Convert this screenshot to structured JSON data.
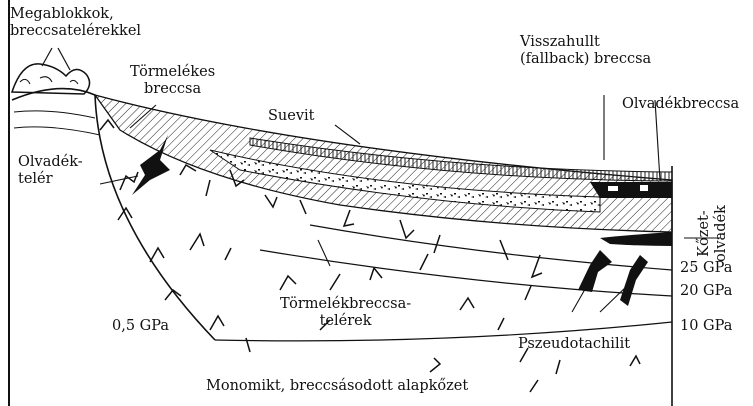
{
  "labels": {
    "megablocks": [
      "Megablokkok,",
      "breccsatelérekkel"
    ],
    "debris_breccia": [
      "Törmelékes",
      "breccsa"
    ],
    "fallback_breccia": [
      "Visszahullt",
      "(fallback) breccsa"
    ],
    "melt_breccia": "Olvadékbreccsa",
    "suevite": "Suevit",
    "melt_dike": [
      "Olvadék-",
      "telér"
    ],
    "rock_melt": [
      "Kőzet-",
      "olvadék"
    ],
    "pressure_25": "25 GPa",
    "pressure_20": "20 GPa",
    "pressure_10": "10 GPa",
    "pressure_05": "0,5 GPa",
    "debris_dikes": [
      "Törmelékbreccsa-",
      "telérek"
    ],
    "pseudotachylite": "Pszeudotachilit",
    "basement": "Monomikt, breccsásodott alapkőzet"
  },
  "colors": {
    "ink": "#111111",
    "background": "#ffffff"
  }
}
